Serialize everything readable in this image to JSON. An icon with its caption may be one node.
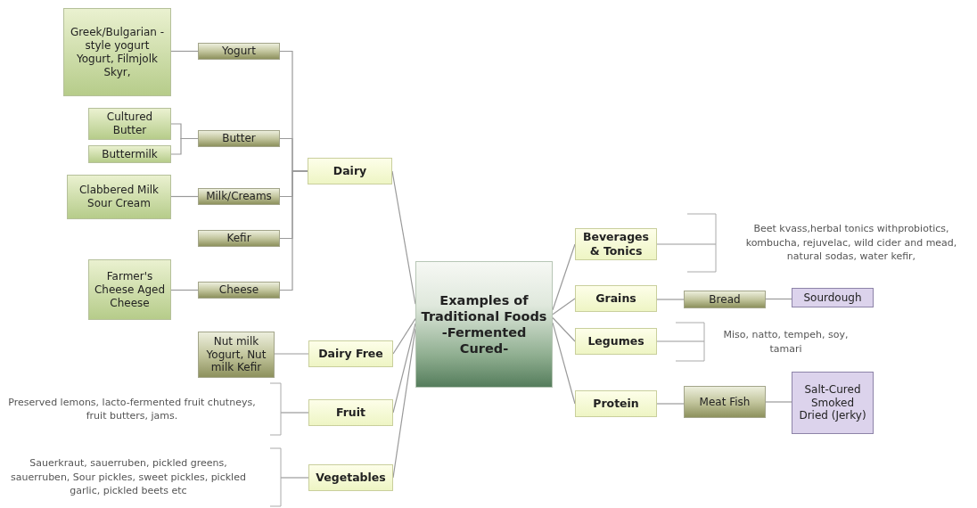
{
  "diagram": {
    "nodes": [
      {
        "text": [
          "Examples of Traditional Foods -Fermented Cured-"
        ]
      },
      {
        "text": [
          "Dairy"
        ]
      },
      {
        "text": [
          "Yogurt"
        ]
      },
      {
        "text": [
          "Greek/Bulgarian - style yogurt Yogurt, Filmjolk Skyr,"
        ]
      },
      {
        "text": [
          "Butter"
        ]
      },
      {
        "text": [
          "Cultured Butter"
        ]
      },
      {
        "text": [
          "Buttermilk"
        ]
      },
      {
        "text": [
          "Milk/Creams"
        ]
      },
      {
        "text": [
          "Clabbered Milk Sour Cream"
        ]
      },
      {
        "text": [
          "Kefir"
        ]
      },
      {
        "text": [
          "Cheese"
        ]
      },
      {
        "text": [
          "Farmer's Cheese Aged Cheese"
        ]
      },
      {
        "text": [
          "Dairy Free"
        ]
      },
      {
        "text": [
          "Nut milk Yogurt, Nut milk Kefir"
        ]
      },
      {
        "text": [
          "Fruit"
        ]
      },
      {
        "text": [
          "Preserved lemons, lacto-fermented fruit chutneys, fruit butters, jams."
        ]
      },
      {
        "text": [
          "Vegetables"
        ]
      },
      {
        "text": [
          "Sauerkraut, sauerruben, pickled greens, sauerruben,  Sour pickles, sweet pickles, pickled garlic, pickled beets etc"
        ]
      },
      {
        "text": [
          "Beverages & Tonics"
        ]
      },
      {
        "text": [
          "Beet kvass,herbal tonics withprobiotics, kombucha, rejuvelac, wild cider and mead, natural sodas, water kefir,"
        ]
      },
      {
        "text": [
          "Grains"
        ]
      },
      {
        "text": [
          "Bread"
        ]
      },
      {
        "text": [
          "Sourdough"
        ]
      },
      {
        "text": [
          "Legumes"
        ]
      },
      {
        "text": [
          "Miso, natto, tempeh,  soy, tamari"
        ]
      },
      {
        "text": [
          "Protein"
        ]
      },
      {
        "text": [
          "Meat Fish"
        ]
      },
      {
        "text": [
          "Salt-Cured Smoked Dried (Jerky)"
        ]
      }
    ],
    "edges": [
      {
        "from": 0,
        "to": 1,
        "arrow": "none"
      },
      {
        "from": 1,
        "to": 2,
        "arrow": "none"
      },
      {
        "from": 2,
        "to": 3,
        "arrow": "none"
      },
      {
        "from": 1,
        "to": 4,
        "arrow": "none"
      },
      {
        "from": 4,
        "to": 5,
        "arrow": "none"
      },
      {
        "from": 4,
        "to": 6,
        "arrow": "none"
      },
      {
        "from": 1,
        "to": 7,
        "arrow": "none"
      },
      {
        "from": 7,
        "to": 8,
        "arrow": "none"
      },
      {
        "from": 1,
        "to": 9,
        "arrow": "none"
      },
      {
        "from": 1,
        "to": 10,
        "arrow": "none"
      },
      {
        "from": 10,
        "to": 11,
        "arrow": "none"
      },
      {
        "from": 0,
        "to": 12,
        "arrow": "none"
      },
      {
        "from": 12,
        "to": 13,
        "arrow": "none"
      },
      {
        "from": 0,
        "to": 14,
        "arrow": "none"
      },
      {
        "from": 14,
        "to": 15,
        "arrow": "none"
      },
      {
        "from": 0,
        "to": 16,
        "arrow": "none"
      },
      {
        "from": 16,
        "to": 17,
        "arrow": "none"
      },
      {
        "from": 0,
        "to": 18,
        "arrow": "none"
      },
      {
        "from": 18,
        "to": 19,
        "arrow": "none"
      },
      {
        "from": 0,
        "to": 20,
        "arrow": "none"
      },
      {
        "from": 20,
        "to": 21,
        "arrow": "none"
      },
      {
        "from": 21,
        "to": 22,
        "arrow": "none"
      },
      {
        "from": 0,
        "to": 23,
        "arrow": "none"
      },
      {
        "from": 23,
        "to": 24,
        "arrow": "none"
      },
      {
        "from": 0,
        "to": 25,
        "arrow": "none"
      },
      {
        "from": 25,
        "to": 26,
        "arrow": "none"
      },
      {
        "from": 26,
        "to": 27,
        "arrow": "none"
      }
    ]
  }
}
